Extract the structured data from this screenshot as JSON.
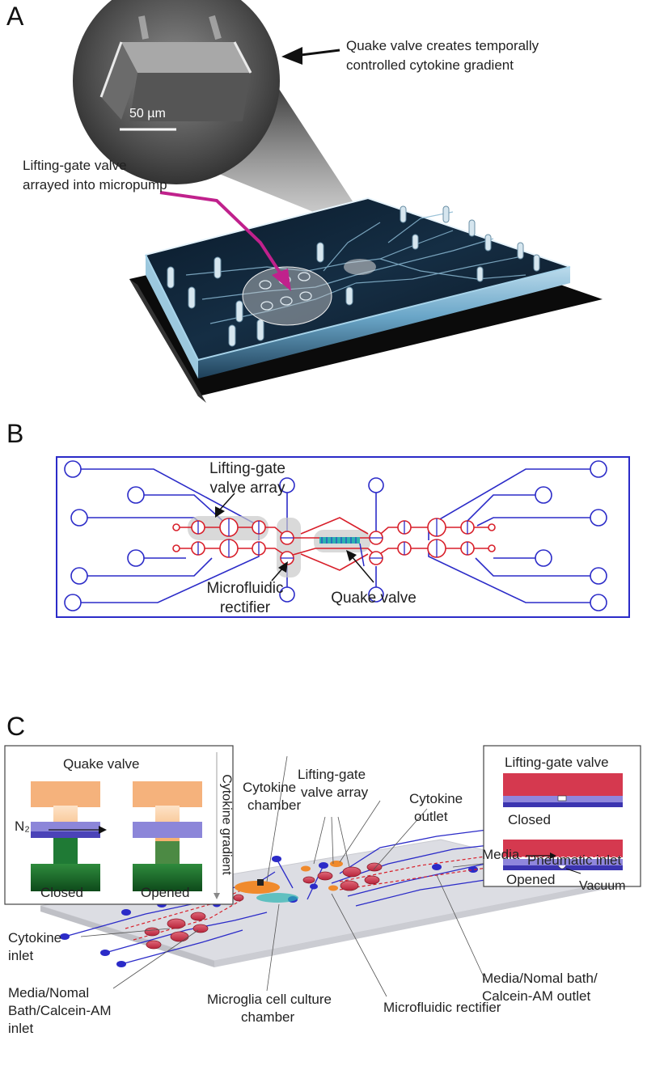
{
  "panels": {
    "a": "A",
    "b": "B",
    "c": "C"
  },
  "panelA": {
    "scale_bar": "50 µm",
    "quake_callout": [
      "Quake valve creates temporally",
      "controlled cytokine gradient"
    ],
    "lifting_callout": [
      "Lifting-gate valve",
      "arrayed into micropump"
    ]
  },
  "panelB": {
    "lifting_gate_label": [
      "Lifting-gate",
      "valve array"
    ],
    "rectifier_label": [
      "Microfluidic",
      "rectifier"
    ],
    "quake_label": "Quake valve"
  },
  "panelC": {
    "quake_inset": {
      "title": "Quake valve",
      "gas": "N₂",
      "closed": "Closed",
      "opened": "Opened",
      "gradient": "Cytokine gradient"
    },
    "lifting_inset": {
      "title": "Lifting-gate valve",
      "closed": "Closed",
      "opened": "Opened",
      "media": "Media",
      "vacuum": "Vacuum"
    },
    "labels": {
      "lifting_array": [
        "Lifting-gate",
        "valve array"
      ],
      "cytokine_chamber": [
        "Cytokine",
        "chamber"
      ],
      "cytokine_outlet": [
        "Cytokine",
        "outlet"
      ],
      "pneumatic_inlet": "Pneumatic inlet",
      "cytokine_inlet": [
        "Cytokine",
        "inlet"
      ],
      "media_inlet": [
        "Media/Nomal",
        "Bath/Calcein-AM",
        "inlet"
      ],
      "microglia": [
        "Microglia cell culture",
        "chamber"
      ],
      "rectifier": "Microfluidic rectifier",
      "media_outlet": [
        "Media/Nomal bath/",
        "Calcein-AM outlet"
      ]
    }
  },
  "colors": {
    "pneumatic_blue": "#2b2bc8",
    "fluid_red": "#d81f2a",
    "magenta_arrow": "#c0218c",
    "cytokine_orange": "#f08a2c",
    "cell_green": "#1d6b2b"
  }
}
